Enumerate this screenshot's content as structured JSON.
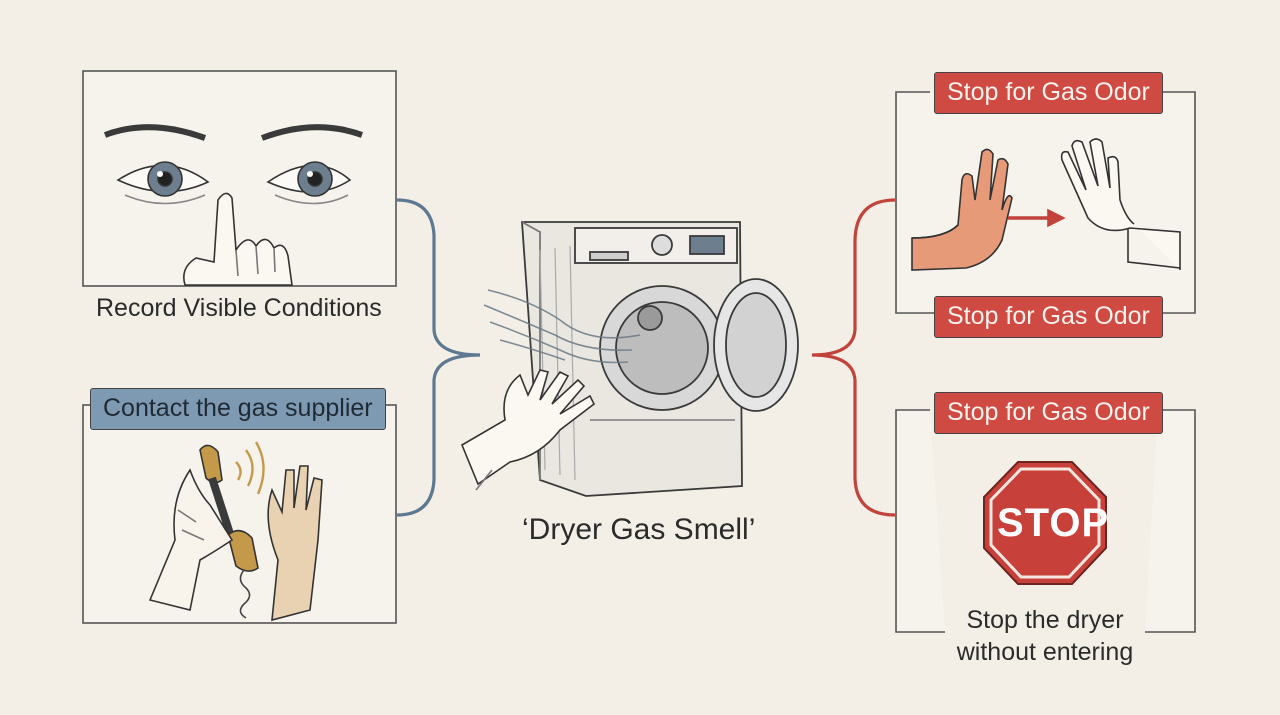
{
  "title": "‘Dryer Gas Smell’",
  "left": {
    "top_caption": "Record Visible Conditions",
    "bottom_tag": "Contact the gas supplier"
  },
  "right": {
    "top_tag": "Stop for Gas Odor",
    "middle_tag": "Stop for Gas Odor",
    "bottom_tag": "Stop for Gas Odor",
    "stop_sign": "STOP",
    "bottom_caption_line1": "Stop the dryer",
    "bottom_caption_line2": "without entering"
  },
  "colors": {
    "background": "#f3efe6",
    "blue_connector": "#5d7891",
    "red_connector": "#c2433c",
    "blue_tag": "#7e9ab3",
    "red_tag": "#cf4a43",
    "stop_sign": "#c8403a"
  }
}
